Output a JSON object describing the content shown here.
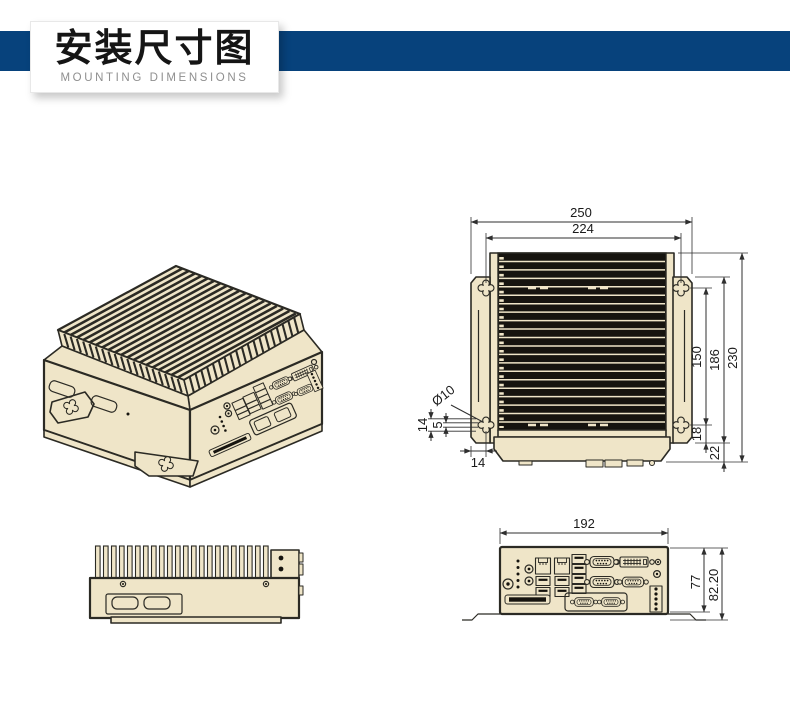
{
  "header": {
    "title": "安装尺寸图",
    "subtitle": "MOUNTING DIMENSIONS"
  },
  "colors": {
    "banner_blue": "#07427c",
    "chassis_beige": "#efe5c8",
    "outline_dark": "#2b2a24",
    "heatsink_black": "#16140f",
    "dimension_line": "#2f2f2f",
    "subtitle_gray": "#8f8f8f"
  },
  "views": {
    "top": {
      "dims": {
        "overall_width": "250",
        "mount_hole_span_width": "224",
        "mount_hole_span_depth": "150",
        "bracket_depth": "186",
        "overall_depth": "230",
        "hole_to_bracket_edge": "18",
        "front_overhang": "22",
        "mount_hole_diameter": "Ø10",
        "keyhole_length": "14",
        "keyhole_slot_width": "5",
        "hole_edge_inset": "14"
      }
    },
    "front": {
      "dims": {
        "panel_width": "192",
        "body_height": "77",
        "overall_height": "82.20"
      }
    }
  }
}
